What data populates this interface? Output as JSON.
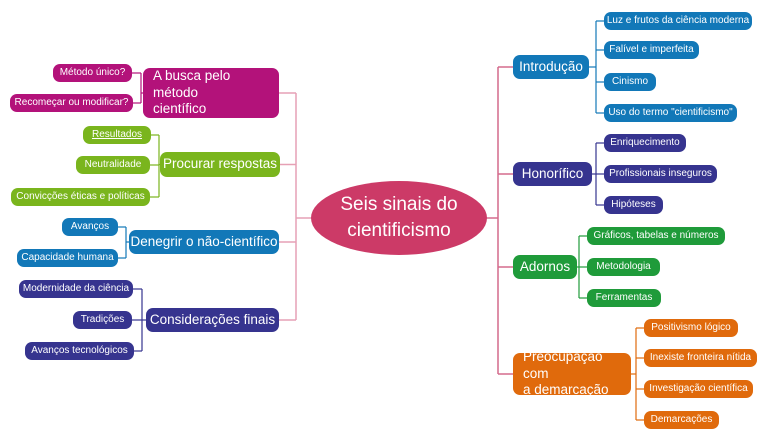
{
  "colors": {
    "root": "#cc3a67",
    "link_left": "#e6a0b5",
    "link_right": "#d46a8c",
    "magenta": "#b3127a",
    "lime": "#7ab51d",
    "blue": "#1278b8",
    "indigo": "#36348f",
    "green": "#1f9b3a",
    "orange": "#e06a0c"
  },
  "root": {
    "line1": "Seis sinais do",
    "line2": "cientificismo"
  },
  "left_branches": [
    {
      "id": "busca",
      "line1": "A busca pelo método",
      "line2": "científico",
      "color": "magenta",
      "children": [
        "Método único?",
        "Recomeçar ou modificar?"
      ]
    },
    {
      "id": "procurar",
      "line1": "Procurar respostas",
      "line2": "",
      "color": "lime",
      "children": [
        "Resultados",
        "Neutralidade",
        "Convicções éticas e políticas"
      ]
    },
    {
      "id": "denegrir",
      "line1": "Denegrir o não-científico",
      "line2": "",
      "color": "blue",
      "children": [
        "Avanços",
        "Capacidade humana"
      ]
    },
    {
      "id": "consideracoes",
      "line1": "Considerações finais",
      "line2": "",
      "color": "indigo",
      "children": [
        "Modernidade da ciência",
        "Tradições",
        "Avanços tecnológicos"
      ]
    }
  ],
  "right_branches": [
    {
      "id": "introducao",
      "line1": "Introdução",
      "line2": "",
      "color": "blue",
      "children": [
        "Luz e frutos da ciência moderna",
        "Falível e imperfeita",
        "Cinismo",
        "Uso do termo \"cientificismo\""
      ]
    },
    {
      "id": "honorifico",
      "line1": "Honorífico",
      "line2": "",
      "color": "indigo",
      "children": [
        "Enriquecimento",
        "Profissionais inseguros",
        "Hipóteses"
      ]
    },
    {
      "id": "adornos",
      "line1": "Adornos",
      "line2": "",
      "color": "green",
      "children": [
        "Gráficos,  tabelas e números",
        "Metodologia",
        "Ferramentas"
      ]
    },
    {
      "id": "demarcacao",
      "line1": "Preocupação com",
      "line2": "a demarcação",
      "color": "orange",
      "children": [
        "Positivismo lógico",
        "Inexiste fronteira nítida",
        "Investigação científica",
        "Demarcações"
      ]
    }
  ]
}
